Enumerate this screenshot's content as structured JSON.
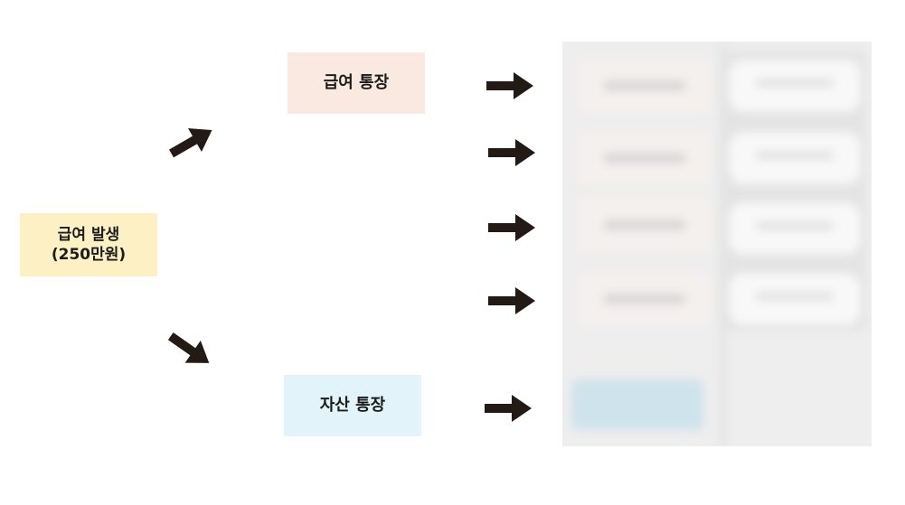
{
  "nodes": {
    "source": {
      "line1": "급여 발생",
      "line2": "(250만원)",
      "bg": "#fdf0c4"
    },
    "salary_account": {
      "label": "급여 통장",
      "bg": "#fae9e1"
    },
    "asset_account": {
      "label": "자산 통장",
      "bg": "#e2f3f9"
    }
  },
  "colors": {
    "arrow": "#231a16"
  },
  "icons": {
    "arrow": "arrow-right-icon"
  }
}
